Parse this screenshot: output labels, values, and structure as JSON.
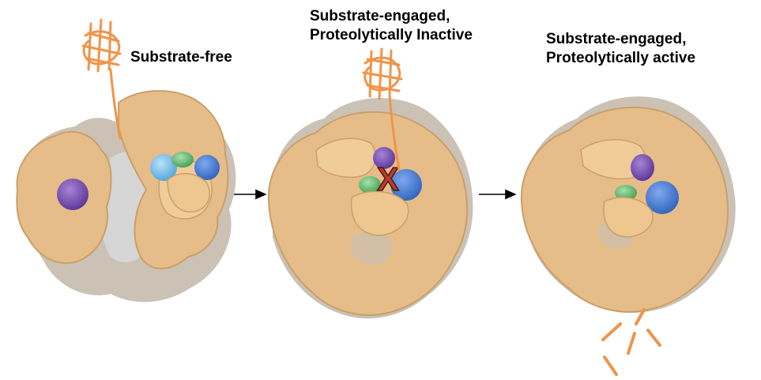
{
  "states": [
    {
      "id": "free",
      "lines": [
        "Substrate-free"
      ]
    },
    {
      "id": "inactive",
      "lines": [
        "Substrate-engaged,",
        "Proteolytically Inactive"
      ]
    },
    {
      "id": "active",
      "lines": [
        "Substrate-engaged,",
        "Proteolytically active"
      ]
    }
  ],
  "inhibition_mark": "X",
  "colors": {
    "protein_tan": "#e8c08c",
    "protein_tan_dark": "#c9a06a",
    "protein_shadow": "#a89a88",
    "inner_grey": "#cfcfcf",
    "substrate_orange": "#f0944a",
    "purple_site": "#7b52b8",
    "blue_site": "#4f86d9",
    "lightblue_site": "#7fc3ef",
    "green_site": "#6fc07a",
    "x_red": "#c0392b",
    "arrow": "#000000"
  }
}
